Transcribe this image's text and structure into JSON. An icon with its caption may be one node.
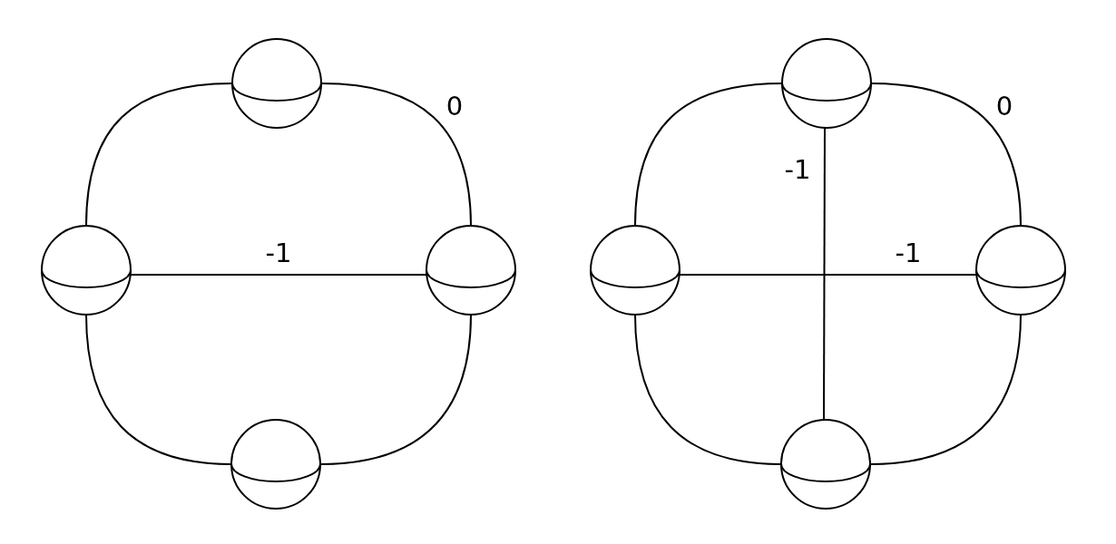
{
  "diagram": {
    "nodes": [
      {
        "text": [],
        "shape": "circle"
      },
      {
        "text": [],
        "shape": "circle"
      },
      {
        "text": [],
        "shape": "circle"
      },
      {
        "text": [],
        "shape": "circle"
      },
      {
        "text": [],
        "shape": "circle"
      },
      {
        "text": [],
        "shape": "circle"
      },
      {
        "text": [],
        "shape": "circle"
      },
      {
        "text": [],
        "shape": "circle"
      }
    ],
    "edges": [
      {
        "from": 0,
        "to": 1,
        "arrow": "none"
      },
      {
        "from": 0,
        "to": 2,
        "arrow": "none",
        "label": "0"
      },
      {
        "from": 1,
        "to": 2,
        "arrow": "none",
        "label": "-1"
      },
      {
        "from": 1,
        "to": 3,
        "arrow": "none"
      },
      {
        "from": 2,
        "to": 3,
        "arrow": "none"
      },
      {
        "from": 4,
        "to": 5,
        "arrow": "none"
      },
      {
        "from": 4,
        "to": 6,
        "arrow": "none",
        "label": "0"
      },
      {
        "from": 5,
        "to": 6,
        "arrow": "none",
        "label": "-1"
      },
      {
        "from": 4,
        "to": 7,
        "arrow": "none",
        "label": "-1"
      },
      {
        "from": 5,
        "to": 7,
        "arrow": "none"
      },
      {
        "from": 6,
        "to": 7,
        "arrow": "none"
      }
    ]
  }
}
